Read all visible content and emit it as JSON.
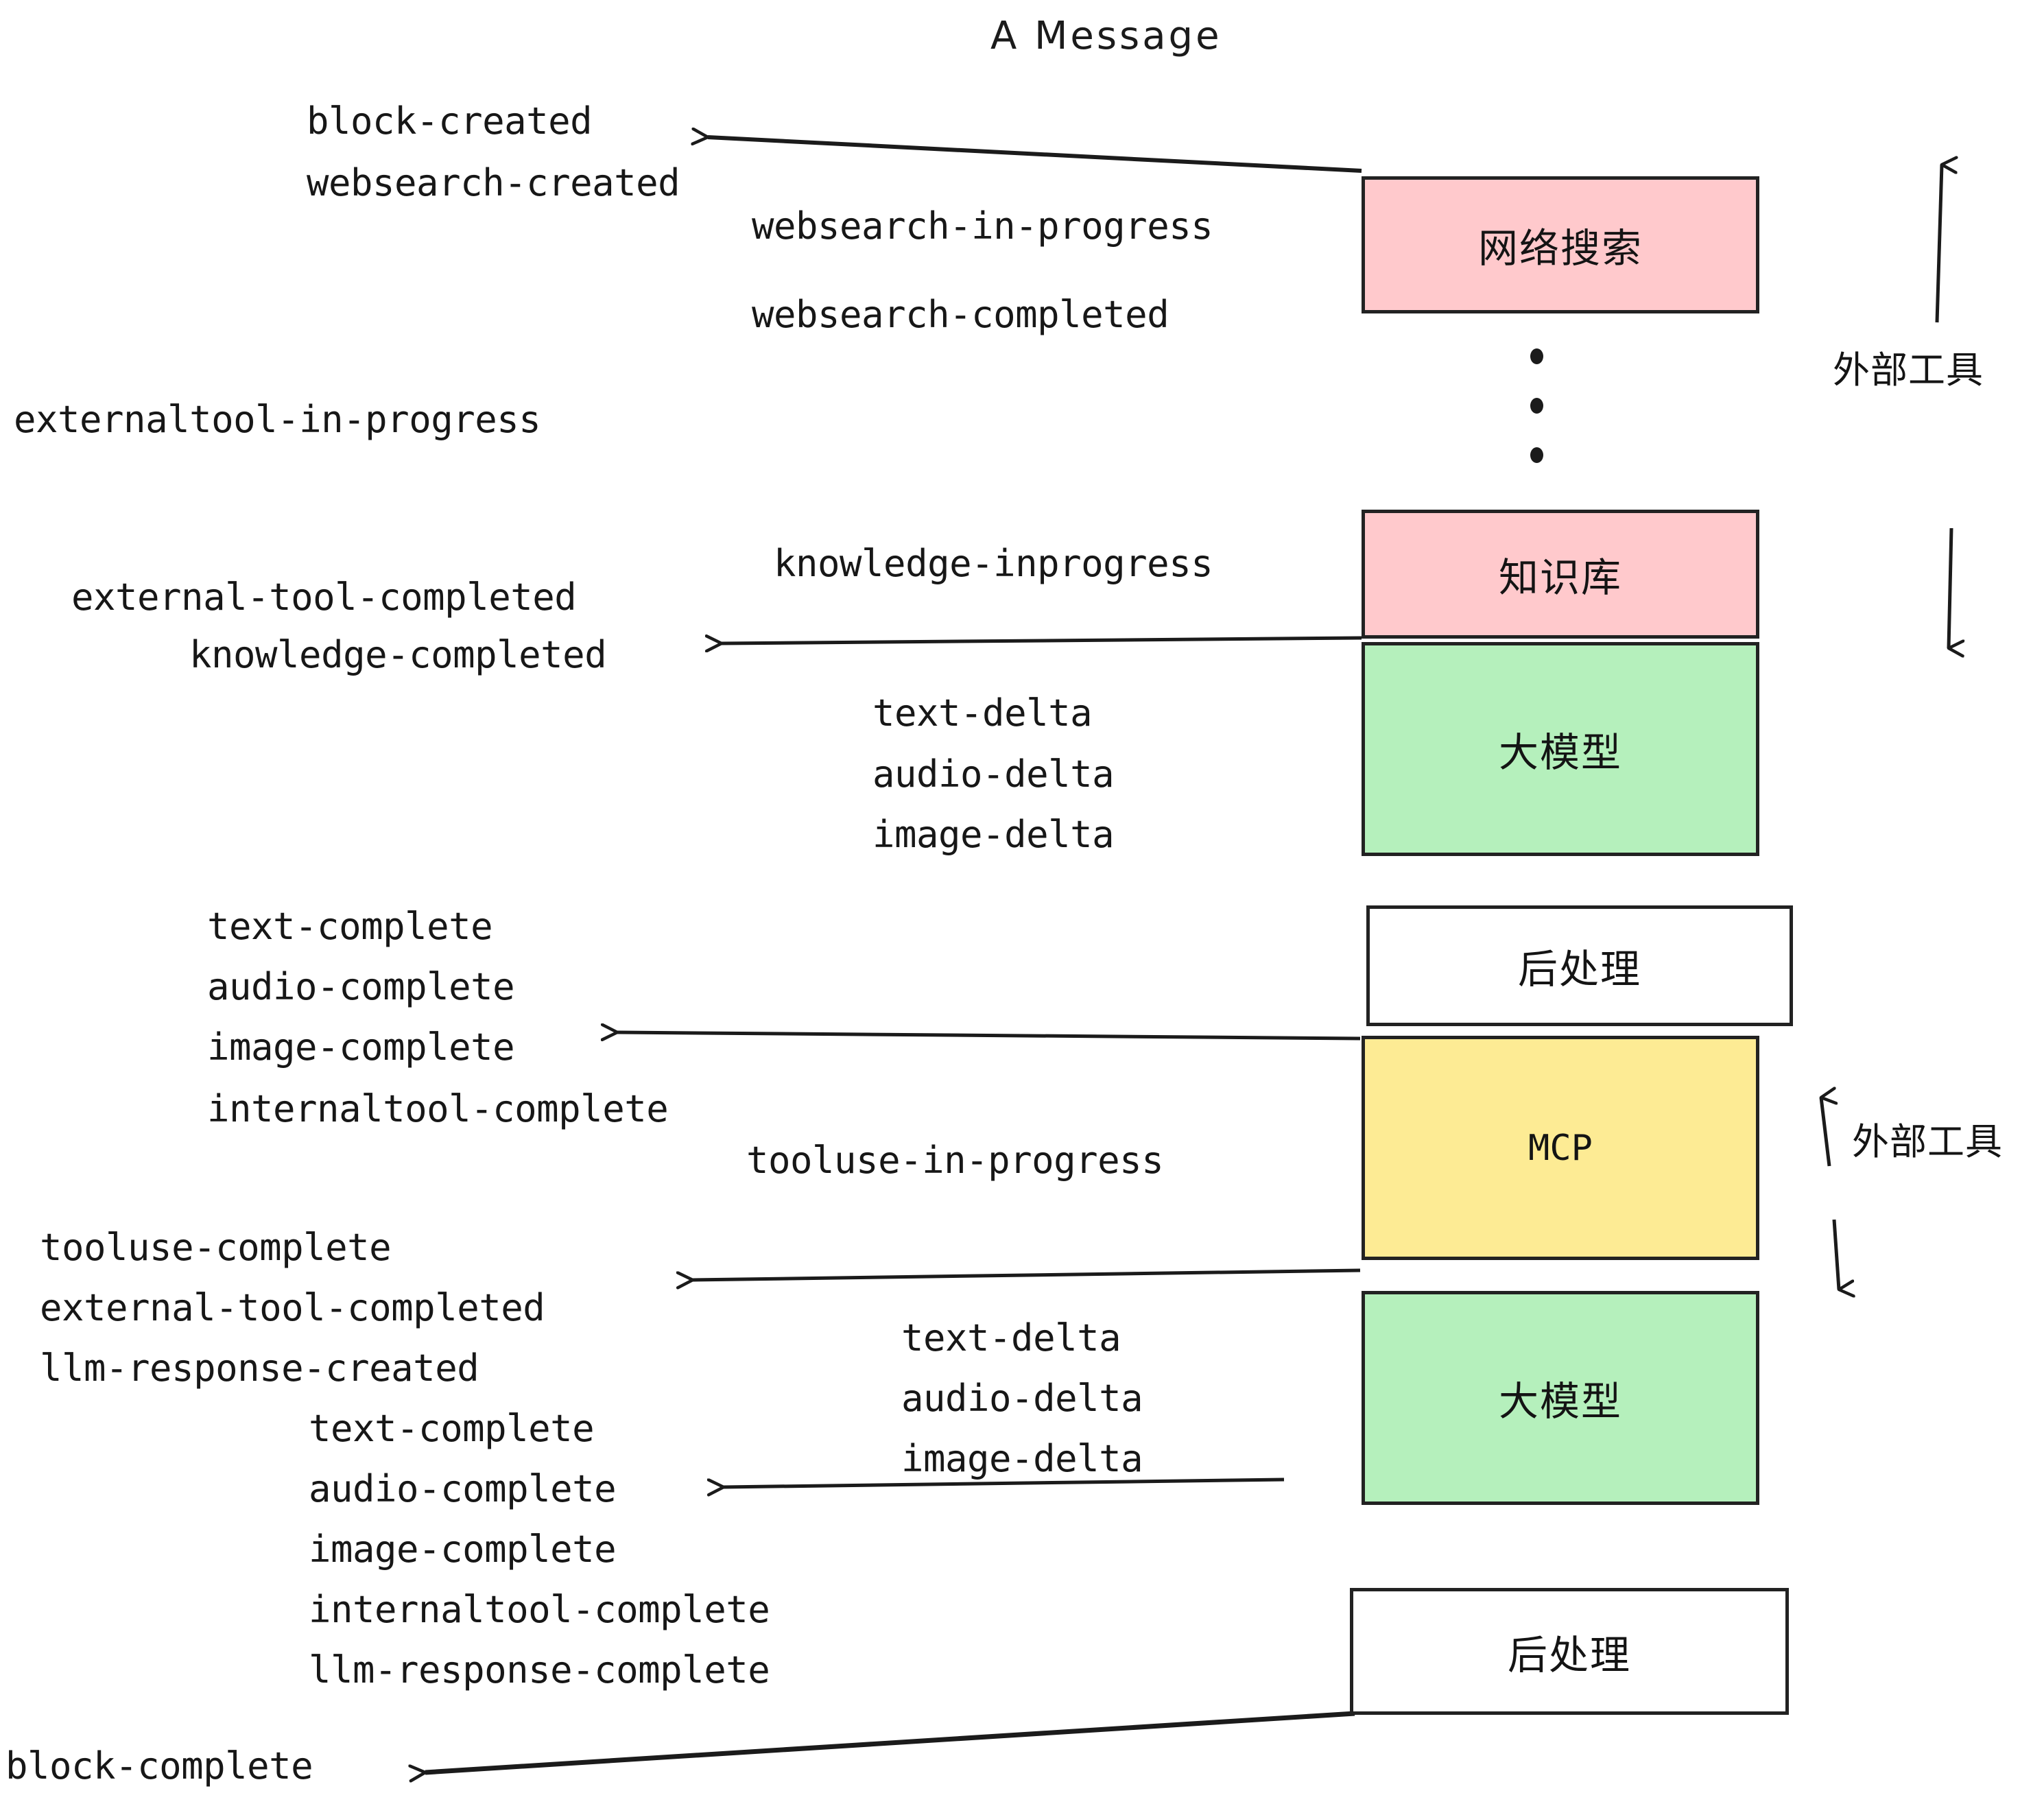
{
  "diagram": {
    "title": "A Message",
    "background_color": "#ffffff",
    "stroke_color": "#222222",
    "palette": {
      "pink": "#ffc9cc",
      "green": "#b5f0bc",
      "yellow": "#fdeb94",
      "white": "#ffffff",
      "ink": "#1b1b1b"
    }
  },
  "boxes": {
    "websearch": {
      "label": "网络搜索",
      "color": "#ffc9cc"
    },
    "knowledge": {
      "label": "知识库",
      "color": "#ffc9cc"
    },
    "llm_top": {
      "label": "大模型",
      "color": "#b5f0bc"
    },
    "postprocess_top": {
      "label": "后处理",
      "color": "#ffffff"
    },
    "mcp": {
      "label": "MCP",
      "color": "#fdeb94"
    },
    "llm_bottom": {
      "label": "大模型",
      "color": "#b5f0bc"
    },
    "postprocess_bottom": {
      "label": "后处理",
      "color": "#ffffff"
    }
  },
  "annotations": {
    "external_tool_top": "外部工具",
    "external_tool_bottom": "外部工具"
  },
  "events": {
    "block_created": "block-created",
    "websearch_created": "websearch-created",
    "websearch_in_progress": "websearch-in-progress",
    "websearch_completed": "websearch-completed",
    "externaltool_in_progress": "externaltool-in-progress",
    "knowledge_inprogress": "knowledge-inprogress",
    "external_tool_completed_1": "external-tool-completed",
    "knowledge_completed": "knowledge-completed",
    "text_delta_1": "text-delta",
    "audio_delta_1": "audio-delta",
    "image_delta_1": "image-delta",
    "text_complete_1": "text-complete",
    "audio_complete_1": "audio-complete",
    "image_complete_1": "image-complete",
    "internaltool_complete_1": "internaltool-complete",
    "tooluse_in_progress": "tooluse-in-progress",
    "tooluse_complete": "tooluse-complete",
    "external_tool_completed_2": "external-tool-completed",
    "llm_response_created": "llm-response-created",
    "text_delta_2": "text-delta",
    "audio_delta_2": "audio-delta",
    "image_delta_2": "image-delta",
    "text_complete_2": "text-complete",
    "audio_complete_2": "audio-complete",
    "image_complete_2": "image-complete",
    "internaltool_complete_2": "internaltool-complete",
    "llm_response_complete": "llm-response-complete",
    "block_complete": "block-complete"
  }
}
